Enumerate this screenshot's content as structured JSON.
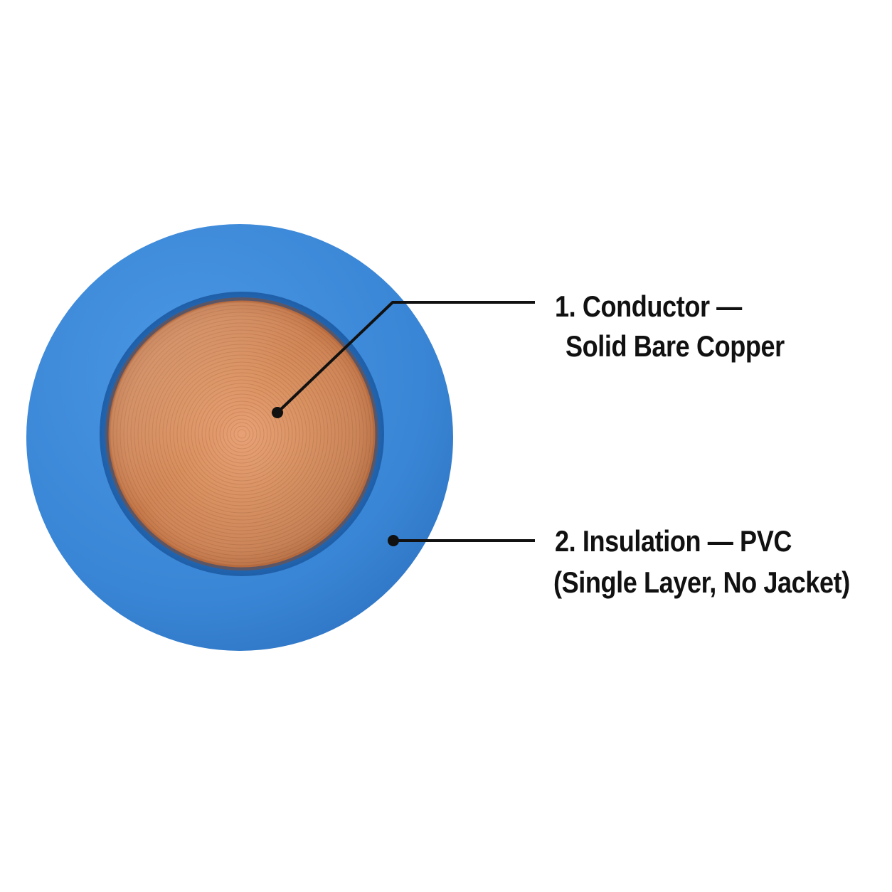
{
  "labels": {
    "conductor": {
      "line1": "1. Conductor —",
      "line2": "Solid Bare Copper"
    },
    "insulation": {
      "line1": "2. Insulation — PVC",
      "line2": "(Single Layer, No Jacket)"
    }
  },
  "colors": {
    "background": "#ffffff",
    "insulation": "#3a86d6",
    "insulation_inner_shadow": "#1f5fa8",
    "copper": "#d58a5a",
    "copper_highlight": "#f0b48a",
    "copper_edge": "#b86a3c",
    "leader_line": "#111111",
    "text": "#111111"
  }
}
